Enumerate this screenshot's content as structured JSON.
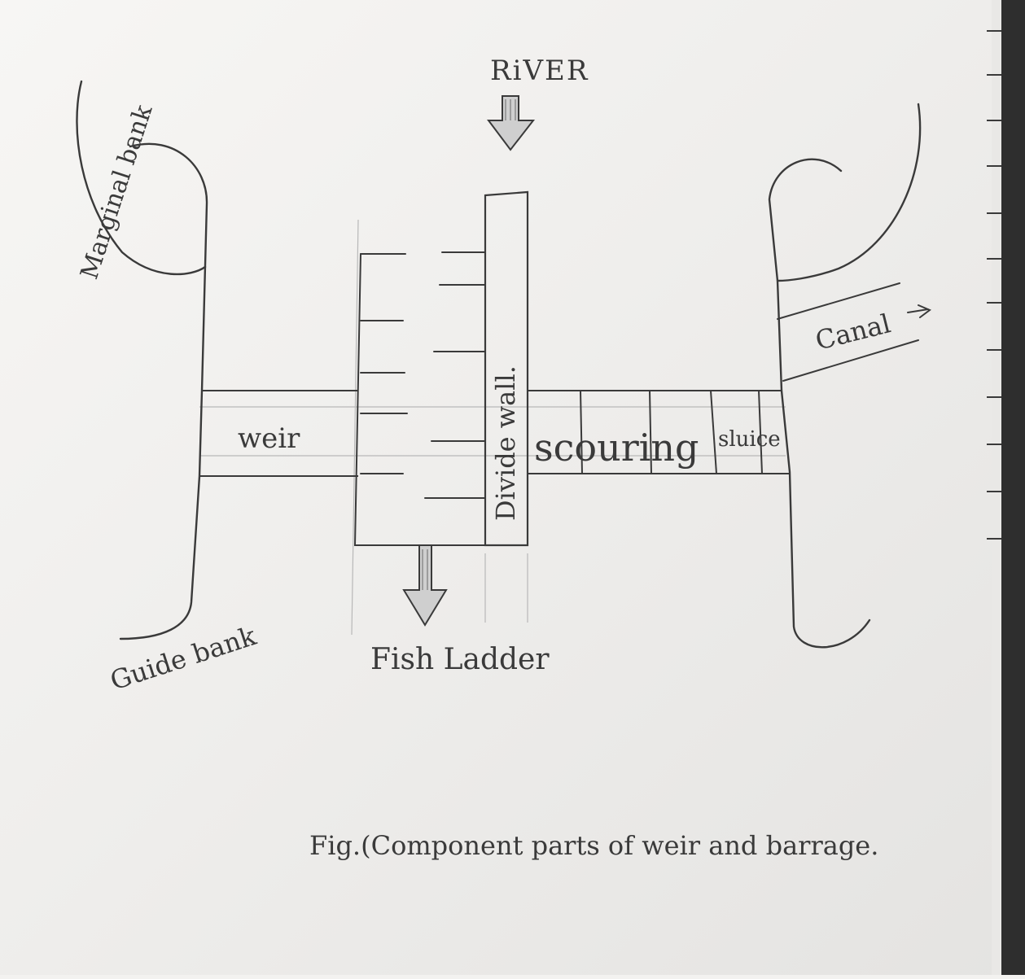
{
  "labels": {
    "river": "RiVER",
    "marginal_bank": "Marginal bank",
    "canal": "Canal",
    "weir": "weir",
    "divide_wall": "Divide wall.",
    "scouring": "scouring",
    "sluice": "sluice",
    "guide_bank": "Guide bank",
    "fish_ladder": "Fish Ladder",
    "caption": "Fig.(Component parts of weir and barrage."
  },
  "colors": {
    "paper": "#f3f2f0",
    "ink": "#3a3a3a",
    "pencil": "#8a8a8a",
    "margin_strip": "#3a3a3a"
  }
}
